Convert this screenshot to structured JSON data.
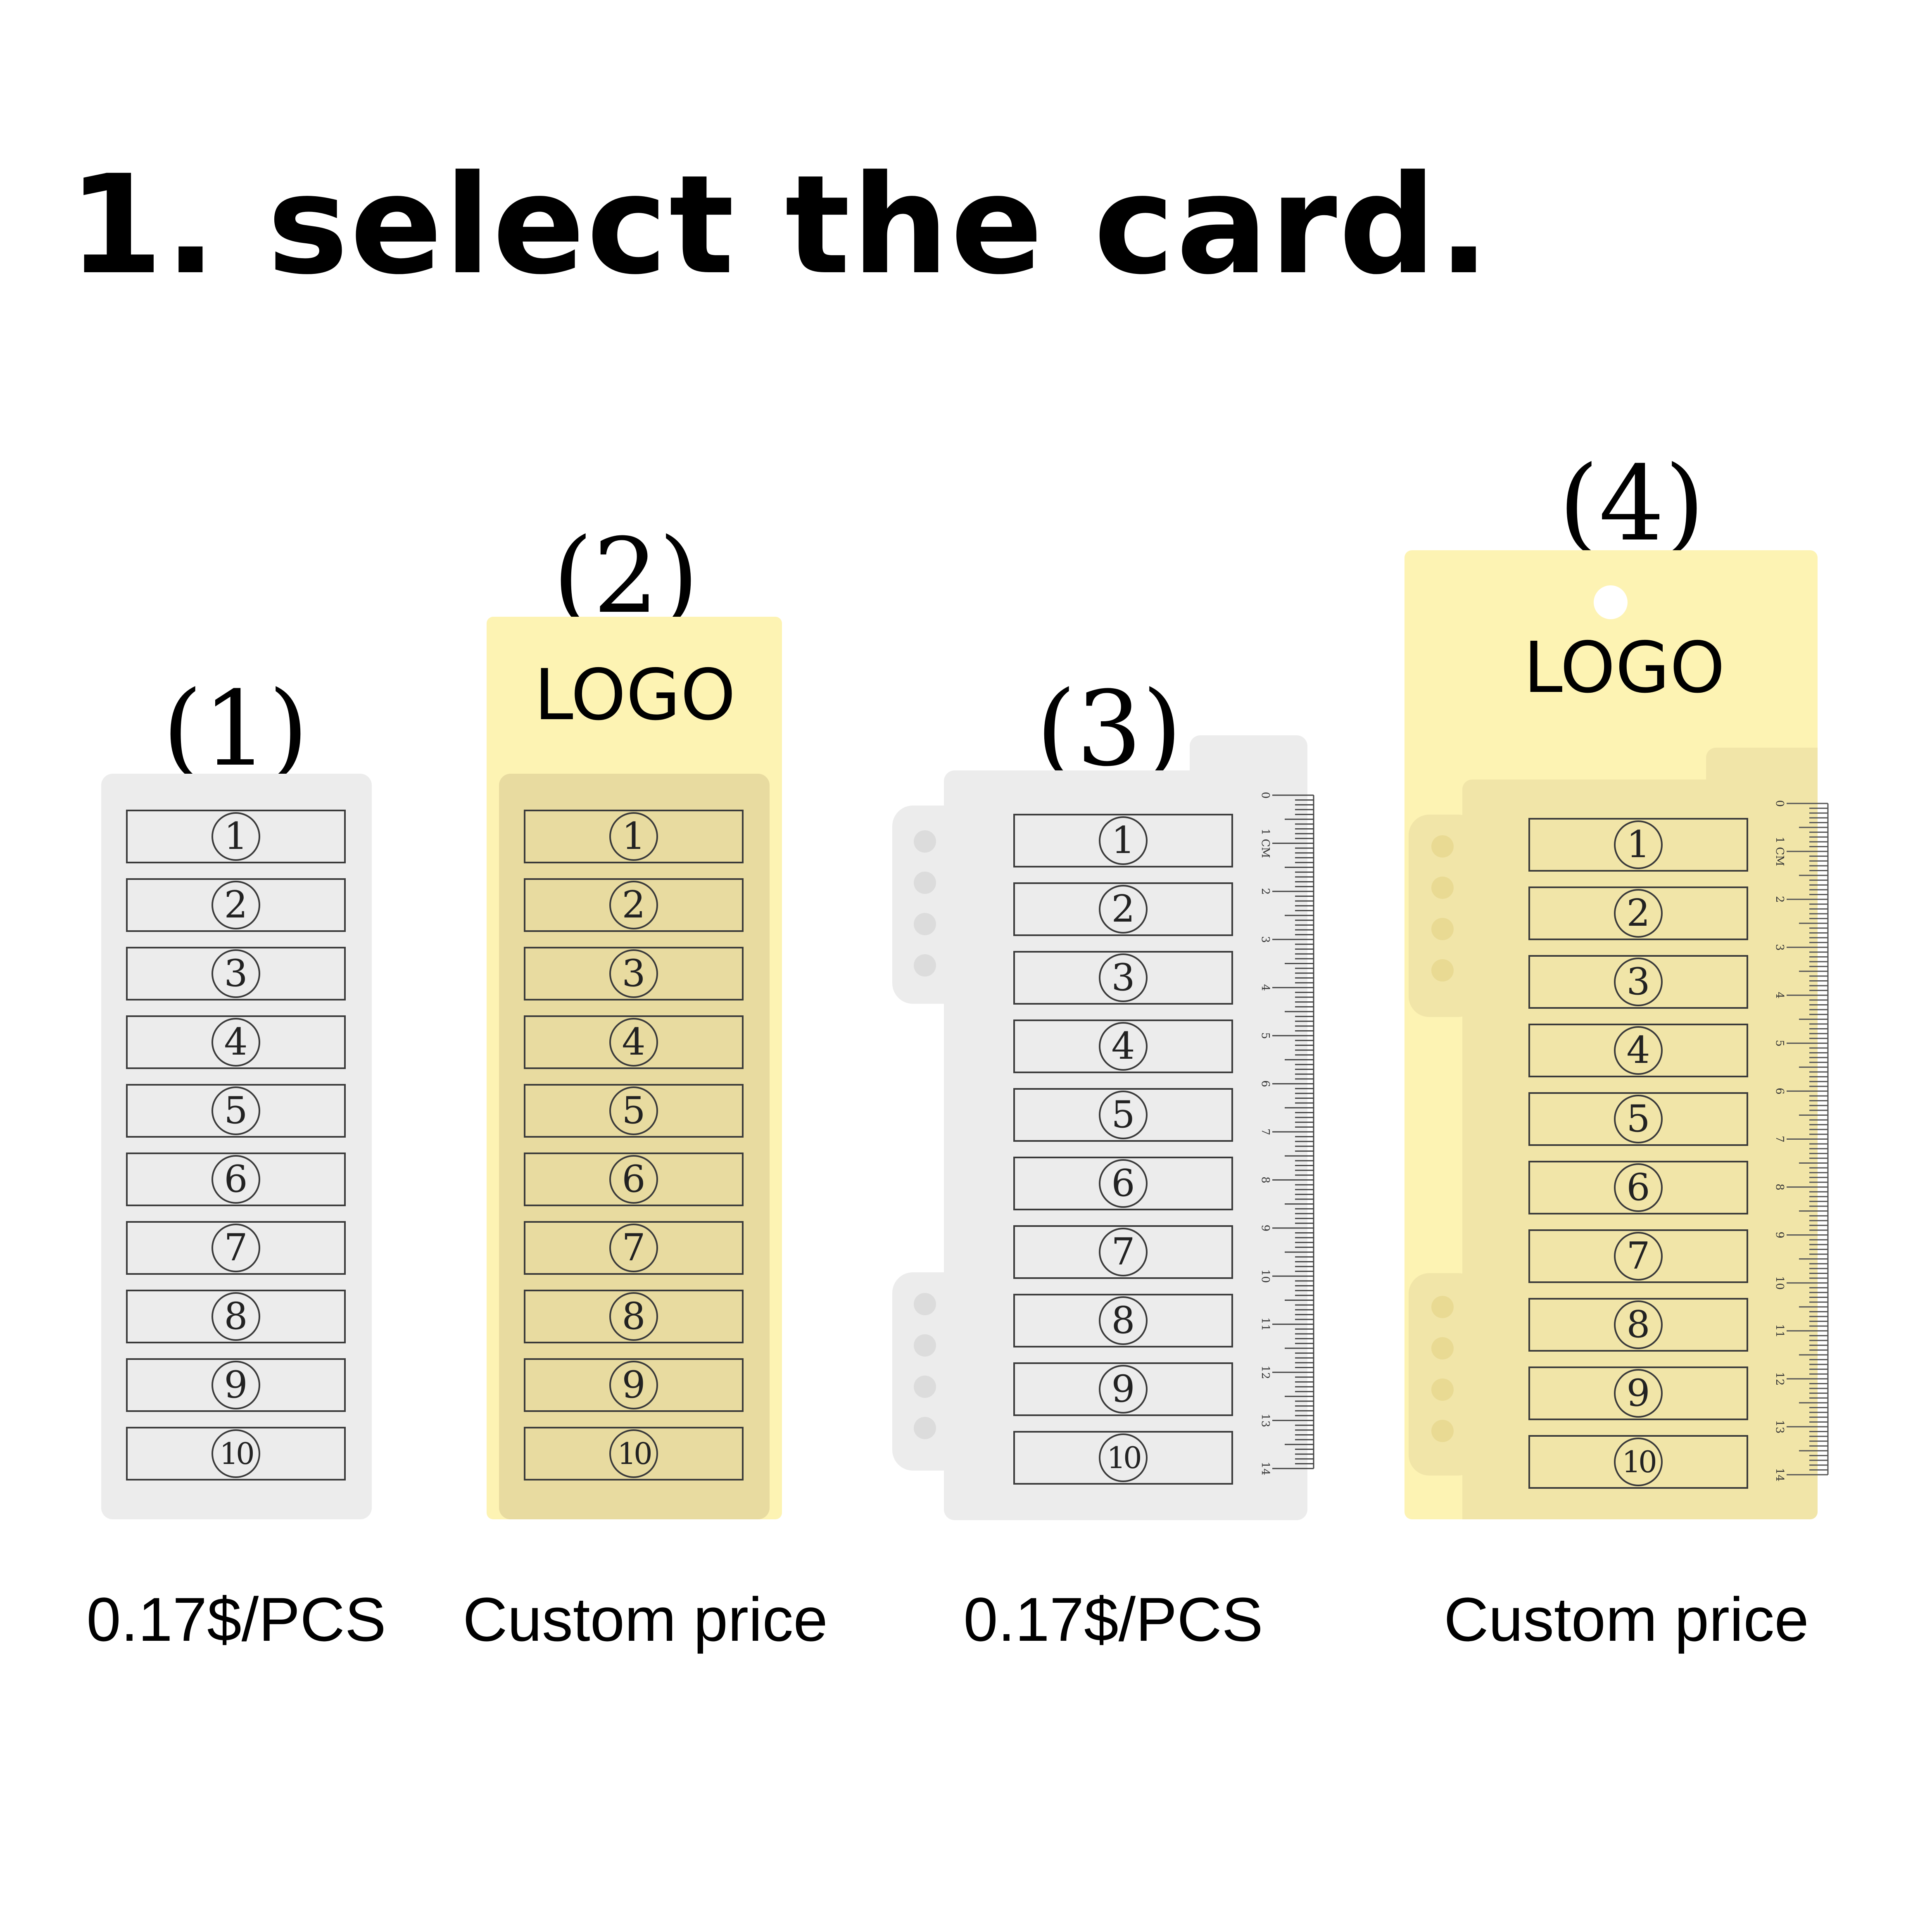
{
  "title": "1. select the card.",
  "colors": {
    "grey": "#ececec",
    "yellow": "#fdf3b3",
    "yellow_inner": "#e8dba0",
    "yellow_panel": "#f1e5a8",
    "stroke": "#3a3a3a"
  },
  "slot_labels": [
    "1",
    "2",
    "3",
    "4",
    "5",
    "6",
    "7",
    "8",
    "9",
    "10"
  ],
  "ruler_labels": [
    "0",
    "1 CM",
    "2",
    "3",
    "4",
    "5",
    "6",
    "7",
    "8",
    "9",
    "10",
    "11",
    "12",
    "13",
    "14"
  ],
  "cards": [
    {
      "number": "(1)",
      "price": "0.17$/PCS"
    },
    {
      "number": "(2)",
      "logo": "LOGO",
      "price": "Custom price"
    },
    {
      "number": "(3)",
      "price": "0.17$/PCS"
    },
    {
      "number": "(4)",
      "logo": "LOGO",
      "price": "Custom price"
    }
  ]
}
